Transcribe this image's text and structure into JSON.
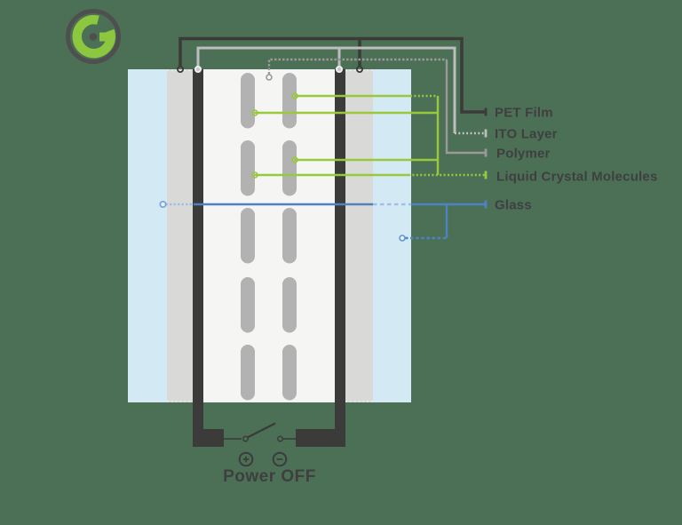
{
  "diagram": {
    "state_label": "Power OFF",
    "switch_state": "open",
    "plus_symbol": "+",
    "minus_symbol": "−",
    "labels": {
      "pet_film": "PET Film",
      "ito_layer": "ITO Layer",
      "polymer": "Polymer",
      "liquid_crystal_molecules": "Liquid Crystal Molecules",
      "glass": "Glass"
    },
    "layers_left_to_right": [
      "Glass",
      "PET Film",
      "ITO Layer",
      "Polymer with Liquid Crystal Molecules",
      "ITO Layer",
      "PET Film",
      "Glass"
    ],
    "molecule_grid": {
      "columns": 2,
      "rows": 5
    }
  },
  "icons": {
    "logo": "g-ring-logo",
    "plus": "circled-plus-icon",
    "minus": "circled-minus-icon",
    "switch": "open-switch-icon"
  },
  "colors": {
    "bg": "#4c7055",
    "ink": "#3b3b3a",
    "text": "#3f3f41",
    "silver": "#bdbdbd",
    "silver_dot": "#c9c9c9",
    "gray": "#9a9a98",
    "green": "#98c93d",
    "blue": "#4e82c0",
    "blue_light": "#9fbfe4",
    "glass_fill": "#d3eaf5",
    "pet_fill": "#d9d9d7",
    "pet_dot": "#ebebe9",
    "polymer_fill": "#f5f5f4",
    "pill_fill": "#b2b2b2",
    "logo_ring": "#4f4f4f",
    "logo_green": "#8dc63f"
  }
}
